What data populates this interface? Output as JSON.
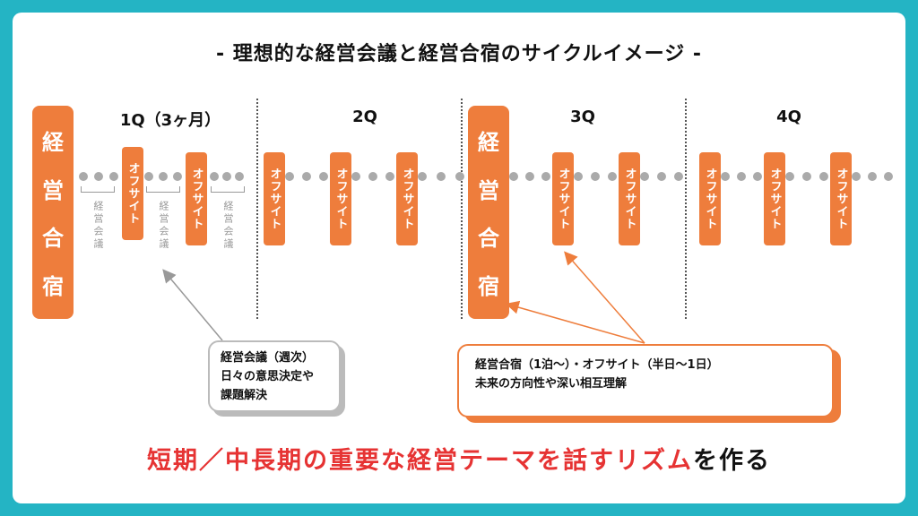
{
  "title": "- 理想的な経営会議と経営合宿のサイクルイメージ -",
  "quarters": [
    {
      "label": "1Q（3ヶ月）"
    },
    {
      "label": "2Q"
    },
    {
      "label": "3Q"
    },
    {
      "label": "4Q"
    }
  ],
  "camp_label": "経営合宿",
  "offsite_label": "オフサイト",
  "meeting_label": "経営会議",
  "callout_meeting": {
    "line1": "経営会議（週次）",
    "line2": "日々の意思決定や",
    "line3": "課題解決"
  },
  "callout_camp": {
    "line1": "経営合宿（1泊〜）・オフサイト（半日〜1日）",
    "line2": "未来の方向性や深い相互理解"
  },
  "tagline": {
    "red": "短期／中長期の重要な経営テーマを話すリズム",
    "black": "を作る"
  },
  "colors": {
    "background": "#24b4c4",
    "accent": "#ee7d3c",
    "tagline_red": "#e63333",
    "muted": "#aaaaaa"
  }
}
